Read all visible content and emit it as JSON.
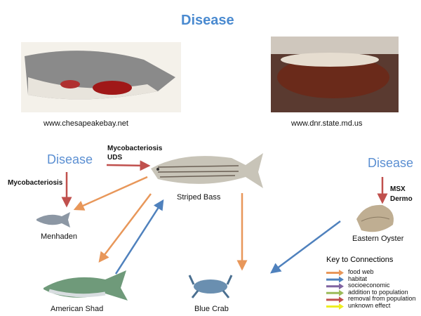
{
  "title": "Disease",
  "photos": [
    {
      "caption": "www.chesapeakebay.net"
    },
    {
      "caption": "www.dnr.state.md.us"
    }
  ],
  "diagram": {
    "disease_left": "Disease",
    "disease_right": "Disease",
    "bass_diseases": [
      "Mycobacteriosis",
      "UDS"
    ],
    "menhaden_disease": "Mycobacteriosis",
    "oyster_diseases": [
      "MSX",
      "Dermo"
    ],
    "species": [
      "Striped Bass",
      "Menhaden",
      "American Shad",
      "Blue Crab",
      "Eastern Oyster"
    ]
  },
  "key": {
    "title": "Key to Connections",
    "items": [
      {
        "label": "food web",
        "color": "#e8975a"
      },
      {
        "label": "habitat",
        "color": "#4f81bd"
      },
      {
        "label": "socioeconomic",
        "color": "#8064a2"
      },
      {
        "label": "addition to population",
        "color": "#9bbb59"
      },
      {
        "label": "removal from population",
        "color": "#c0504d"
      },
      {
        "label": "unknown effect",
        "color": "#eeee22"
      }
    ]
  }
}
